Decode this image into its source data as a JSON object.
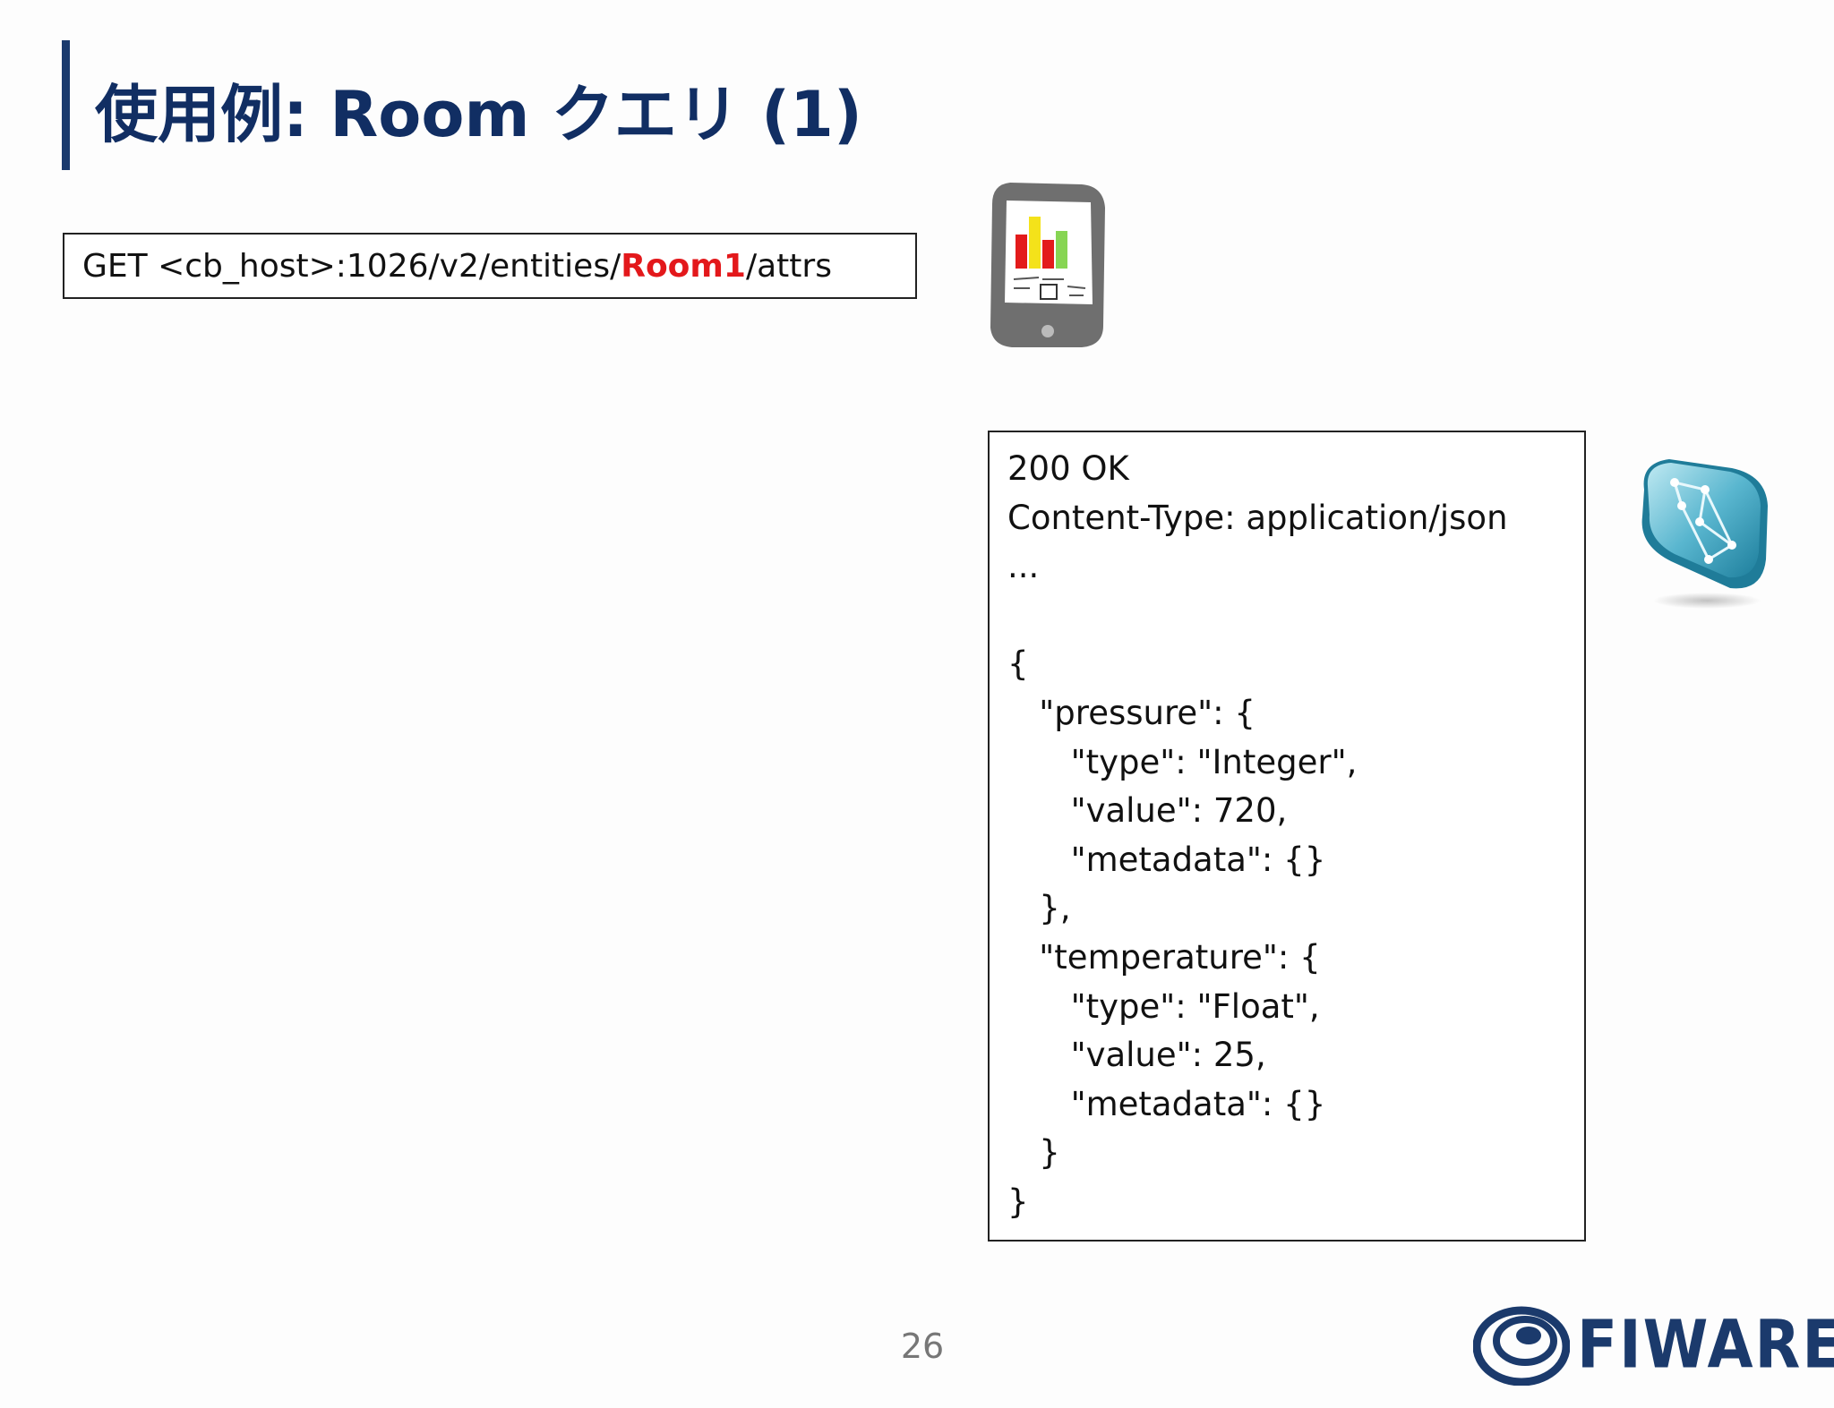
{
  "slide": {
    "title": "使用例: Room クエリ (1)",
    "page_number": "26"
  },
  "request": {
    "prefix": "GET <cb_host>:1026/v2/entities/",
    "entity_id": "Room1",
    "suffix": "/attrs",
    "highlight_color": "#e3181b"
  },
  "response": {
    "lines": [
      "200 OK",
      "Content-Type: application/json",
      "...",
      "",
      "{",
      "   \"pressure\": {",
      "      \"type\": \"Integer\",",
      "      \"value\": 720,",
      "      \"metadata\": {}",
      "   },",
      "   \"temperature\": {",
      "      \"type\": \"Float\",",
      "      \"value\": 25,",
      "      \"metadata\": {}",
      "   }",
      "}"
    ]
  },
  "icons": {
    "client": "smartphone-app-icon",
    "server": "context-broker-icon"
  },
  "logo": {
    "text": "FIWARE",
    "color": "#1b3a6c"
  },
  "colors": {
    "title": "#112e63",
    "accent_bar": "#1a3a6e"
  }
}
